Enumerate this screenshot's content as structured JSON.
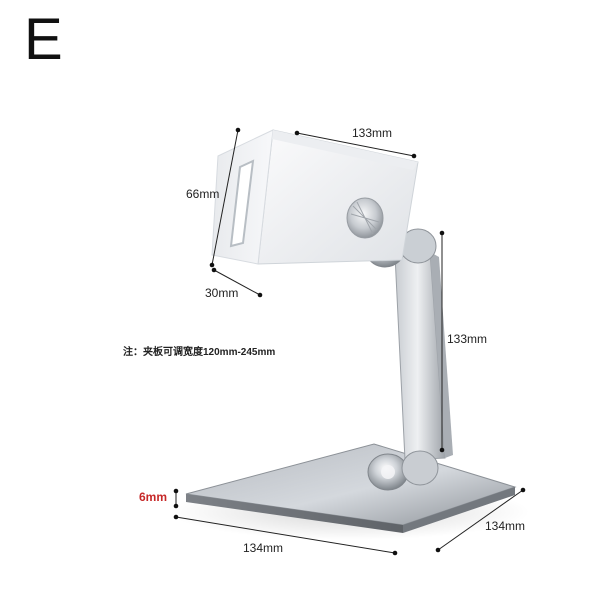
{
  "corner_letter": "E",
  "labels": {
    "clamp_width": "133mm",
    "clamp_height": "66mm",
    "clamp_depth": "30mm",
    "pole_height": "133mm",
    "base_thickness": "6mm",
    "base_front": "134mm",
    "base_side": "134mm"
  },
  "note": "注：夹板可调宽度120mm-245mm",
  "colors": {
    "text_dark": "#222222",
    "accent_red": "#c62828",
    "silver_dark": "#9aa0a8",
    "silver_light": "#d9dde2",
    "white_body": "#f1f2f4"
  }
}
